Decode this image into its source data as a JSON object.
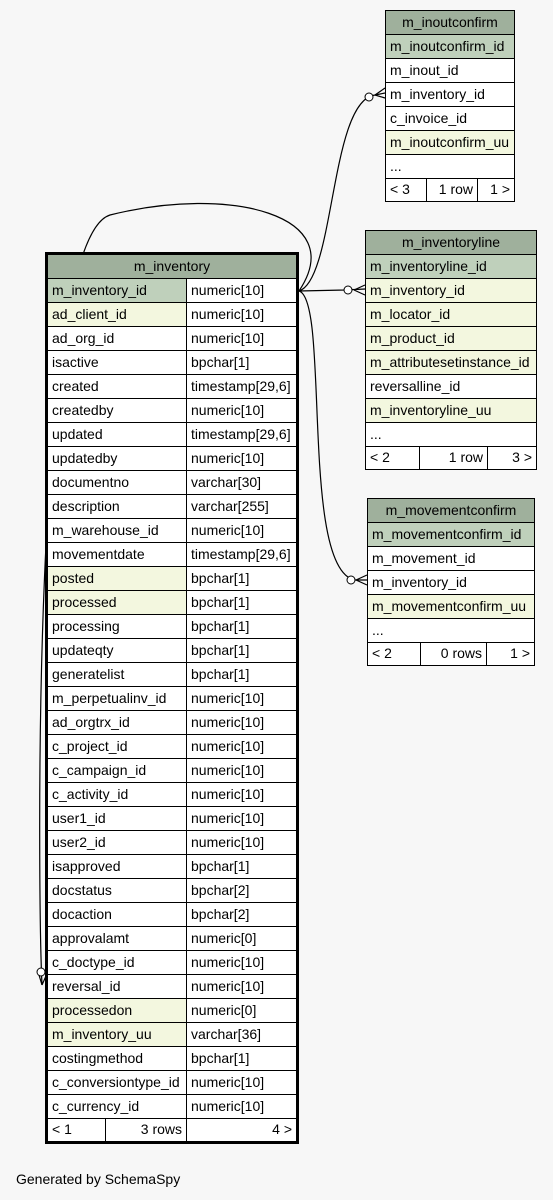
{
  "tables": {
    "m_inventory": {
      "title": "m_inventory",
      "columns": [
        {
          "name": "m_inventory_id",
          "type": "numeric[10]",
          "kind": "pk"
        },
        {
          "name": "ad_client_id",
          "type": "numeric[10]",
          "kind": "fk"
        },
        {
          "name": "ad_org_id",
          "type": "numeric[10]",
          "kind": ""
        },
        {
          "name": "isactive",
          "type": "bpchar[1]",
          "kind": ""
        },
        {
          "name": "created",
          "type": "timestamp[29,6]",
          "kind": ""
        },
        {
          "name": "createdby",
          "type": "numeric[10]",
          "kind": ""
        },
        {
          "name": "updated",
          "type": "timestamp[29,6]",
          "kind": ""
        },
        {
          "name": "updatedby",
          "type": "numeric[10]",
          "kind": ""
        },
        {
          "name": "documentno",
          "type": "varchar[30]",
          "kind": ""
        },
        {
          "name": "description",
          "type": "varchar[255]",
          "kind": ""
        },
        {
          "name": "m_warehouse_id",
          "type": "numeric[10]",
          "kind": ""
        },
        {
          "name": "movementdate",
          "type": "timestamp[29,6]",
          "kind": ""
        },
        {
          "name": "posted",
          "type": "bpchar[1]",
          "kind": "fk"
        },
        {
          "name": "processed",
          "type": "bpchar[1]",
          "kind": "fk"
        },
        {
          "name": "processing",
          "type": "bpchar[1]",
          "kind": ""
        },
        {
          "name": "updateqty",
          "type": "bpchar[1]",
          "kind": ""
        },
        {
          "name": "generatelist",
          "type": "bpchar[1]",
          "kind": ""
        },
        {
          "name": "m_perpetualinv_id",
          "type": "numeric[10]",
          "kind": ""
        },
        {
          "name": "ad_orgtrx_id",
          "type": "numeric[10]",
          "kind": ""
        },
        {
          "name": "c_project_id",
          "type": "numeric[10]",
          "kind": ""
        },
        {
          "name": "c_campaign_id",
          "type": "numeric[10]",
          "kind": ""
        },
        {
          "name": "c_activity_id",
          "type": "numeric[10]",
          "kind": ""
        },
        {
          "name": "user1_id",
          "type": "numeric[10]",
          "kind": ""
        },
        {
          "name": "user2_id",
          "type": "numeric[10]",
          "kind": ""
        },
        {
          "name": "isapproved",
          "type": "bpchar[1]",
          "kind": ""
        },
        {
          "name": "docstatus",
          "type": "bpchar[2]",
          "kind": ""
        },
        {
          "name": "docaction",
          "type": "bpchar[2]",
          "kind": ""
        },
        {
          "name": "approvalamt",
          "type": "numeric[0]",
          "kind": ""
        },
        {
          "name": "c_doctype_id",
          "type": "numeric[10]",
          "kind": ""
        },
        {
          "name": "reversal_id",
          "type": "numeric[10]",
          "kind": ""
        },
        {
          "name": "processedon",
          "type": "numeric[0]",
          "kind": "fk"
        },
        {
          "name": "m_inventory_uu",
          "type": "varchar[36]",
          "kind": "fk"
        },
        {
          "name": "costingmethod",
          "type": "bpchar[1]",
          "kind": ""
        },
        {
          "name": "c_conversiontype_id",
          "type": "numeric[10]",
          "kind": ""
        },
        {
          "name": "c_currency_id",
          "type": "numeric[10]",
          "kind": ""
        }
      ],
      "footer": {
        "left": "< 1",
        "mid": "3 rows",
        "right": "4 >"
      }
    },
    "m_inoutconfirm": {
      "title": "m_inoutconfirm",
      "columns": [
        {
          "name": "m_inoutconfirm_id",
          "kind": "pk"
        },
        {
          "name": "m_inout_id",
          "kind": ""
        },
        {
          "name": "m_inventory_id",
          "kind": ""
        },
        {
          "name": "c_invoice_id",
          "kind": ""
        },
        {
          "name": "m_inoutconfirm_uu",
          "kind": "fk"
        },
        {
          "name": "...",
          "kind": ""
        }
      ],
      "footer": {
        "left": "< 3",
        "mid": "1 row",
        "right": "1 >"
      }
    },
    "m_inventoryline": {
      "title": "m_inventoryline",
      "columns": [
        {
          "name": "m_inventoryline_id",
          "kind": "pk"
        },
        {
          "name": "m_inventory_id",
          "kind": "fk"
        },
        {
          "name": "m_locator_id",
          "kind": "fk"
        },
        {
          "name": "m_product_id",
          "kind": "fk"
        },
        {
          "name": "m_attributesetinstance_id",
          "kind": "fk"
        },
        {
          "name": "reversalline_id",
          "kind": ""
        },
        {
          "name": "m_inventoryline_uu",
          "kind": "fk"
        },
        {
          "name": "...",
          "kind": ""
        }
      ],
      "footer": {
        "left": "< 2",
        "mid": "1 row",
        "right": "3 >"
      }
    },
    "m_movementconfirm": {
      "title": "m_movementconfirm",
      "columns": [
        {
          "name": "m_movementconfirm_id",
          "kind": "pk"
        },
        {
          "name": "m_movement_id",
          "kind": ""
        },
        {
          "name": "m_inventory_id",
          "kind": ""
        },
        {
          "name": "m_movementconfirm_uu",
          "kind": "fk"
        },
        {
          "name": "...",
          "kind": ""
        }
      ],
      "footer": {
        "left": "< 2",
        "mid": "0 rows",
        "right": "1 >"
      }
    }
  },
  "generated_by": "Generated by SchemaSpy",
  "colors": {
    "header": "#9fb09c",
    "primary_key": "#bfd0bb",
    "foreign_key": "#f3f7df",
    "background": "#f7f7f7"
  }
}
